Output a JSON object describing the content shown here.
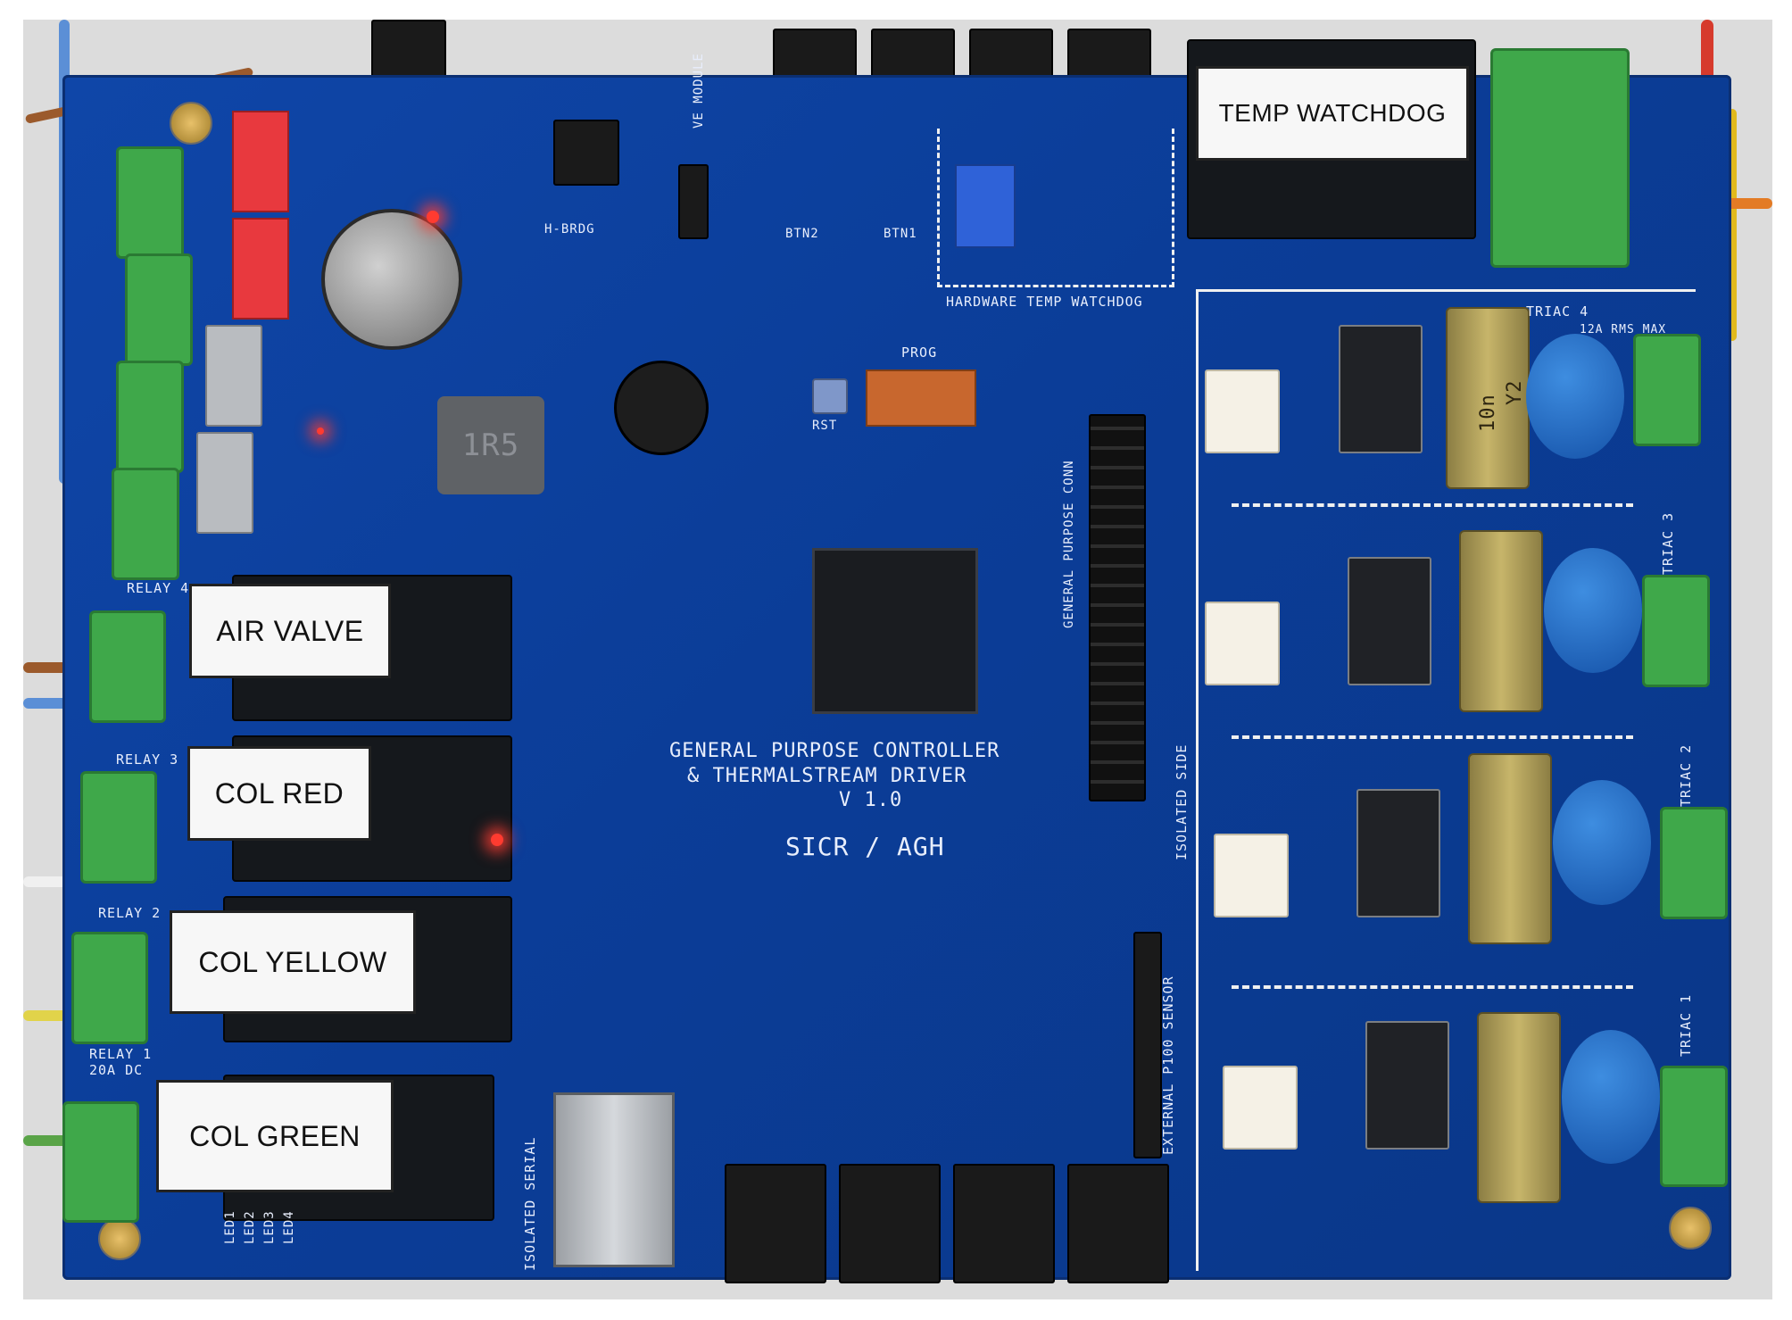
{
  "image": {
    "subject": "Blue PCB controller board",
    "colors": {
      "board": "#0c3f9c",
      "terminal": "#3fa84a",
      "label_bg": "#f7f7f7",
      "led": "#ff3b30"
    }
  },
  "labels": {
    "temp_watchdog": "TEMP WATCHDOG",
    "air_valve": "AIR VALVE",
    "col_red": "COL RED",
    "col_yellow": "COL YELLOW",
    "col_green": "COL GREEN"
  },
  "silkscreen": {
    "title_line1": "GENERAL PURPOSE CONTROLLER",
    "title_line2": "& THERMALSTREAM DRIVER",
    "version": "V 1.0",
    "org": "SICR / AGH",
    "hardware_watchdog": "HARDWARE TEMP WATCHDOG",
    "isolated_side": "ISOLATED SIDE",
    "isolated_serial": "ISOLATED SERIAL",
    "external_sensor": "EXTERNAL P100 SENSOR",
    "gp_conn": "GENERAL PURPOSE CONN",
    "prog": "PROG",
    "rst": "RST",
    "btn1": "BTN1",
    "btn2": "BTN2",
    "hbrdg": "H-BRDG",
    "ve_module": "VE MODULE",
    "relay1": "RELAY 1",
    "relay1_rating": "20A DC",
    "relay2": "RELAY 2",
    "relay3": "RELAY 3",
    "relay4": "RELAY 4",
    "triac1": "TRIAC 1",
    "triac2": "TRIAC 2",
    "triac3": "TRIAC 3",
    "triac4": "TRIAC 4",
    "triac_rating": "12A RMS MAX",
    "leds": [
      "LED1",
      "LED2",
      "LED3",
      "LED4"
    ],
    "inductor": "1R5",
    "cap_value": "10n",
    "cap_class": "Y2"
  }
}
